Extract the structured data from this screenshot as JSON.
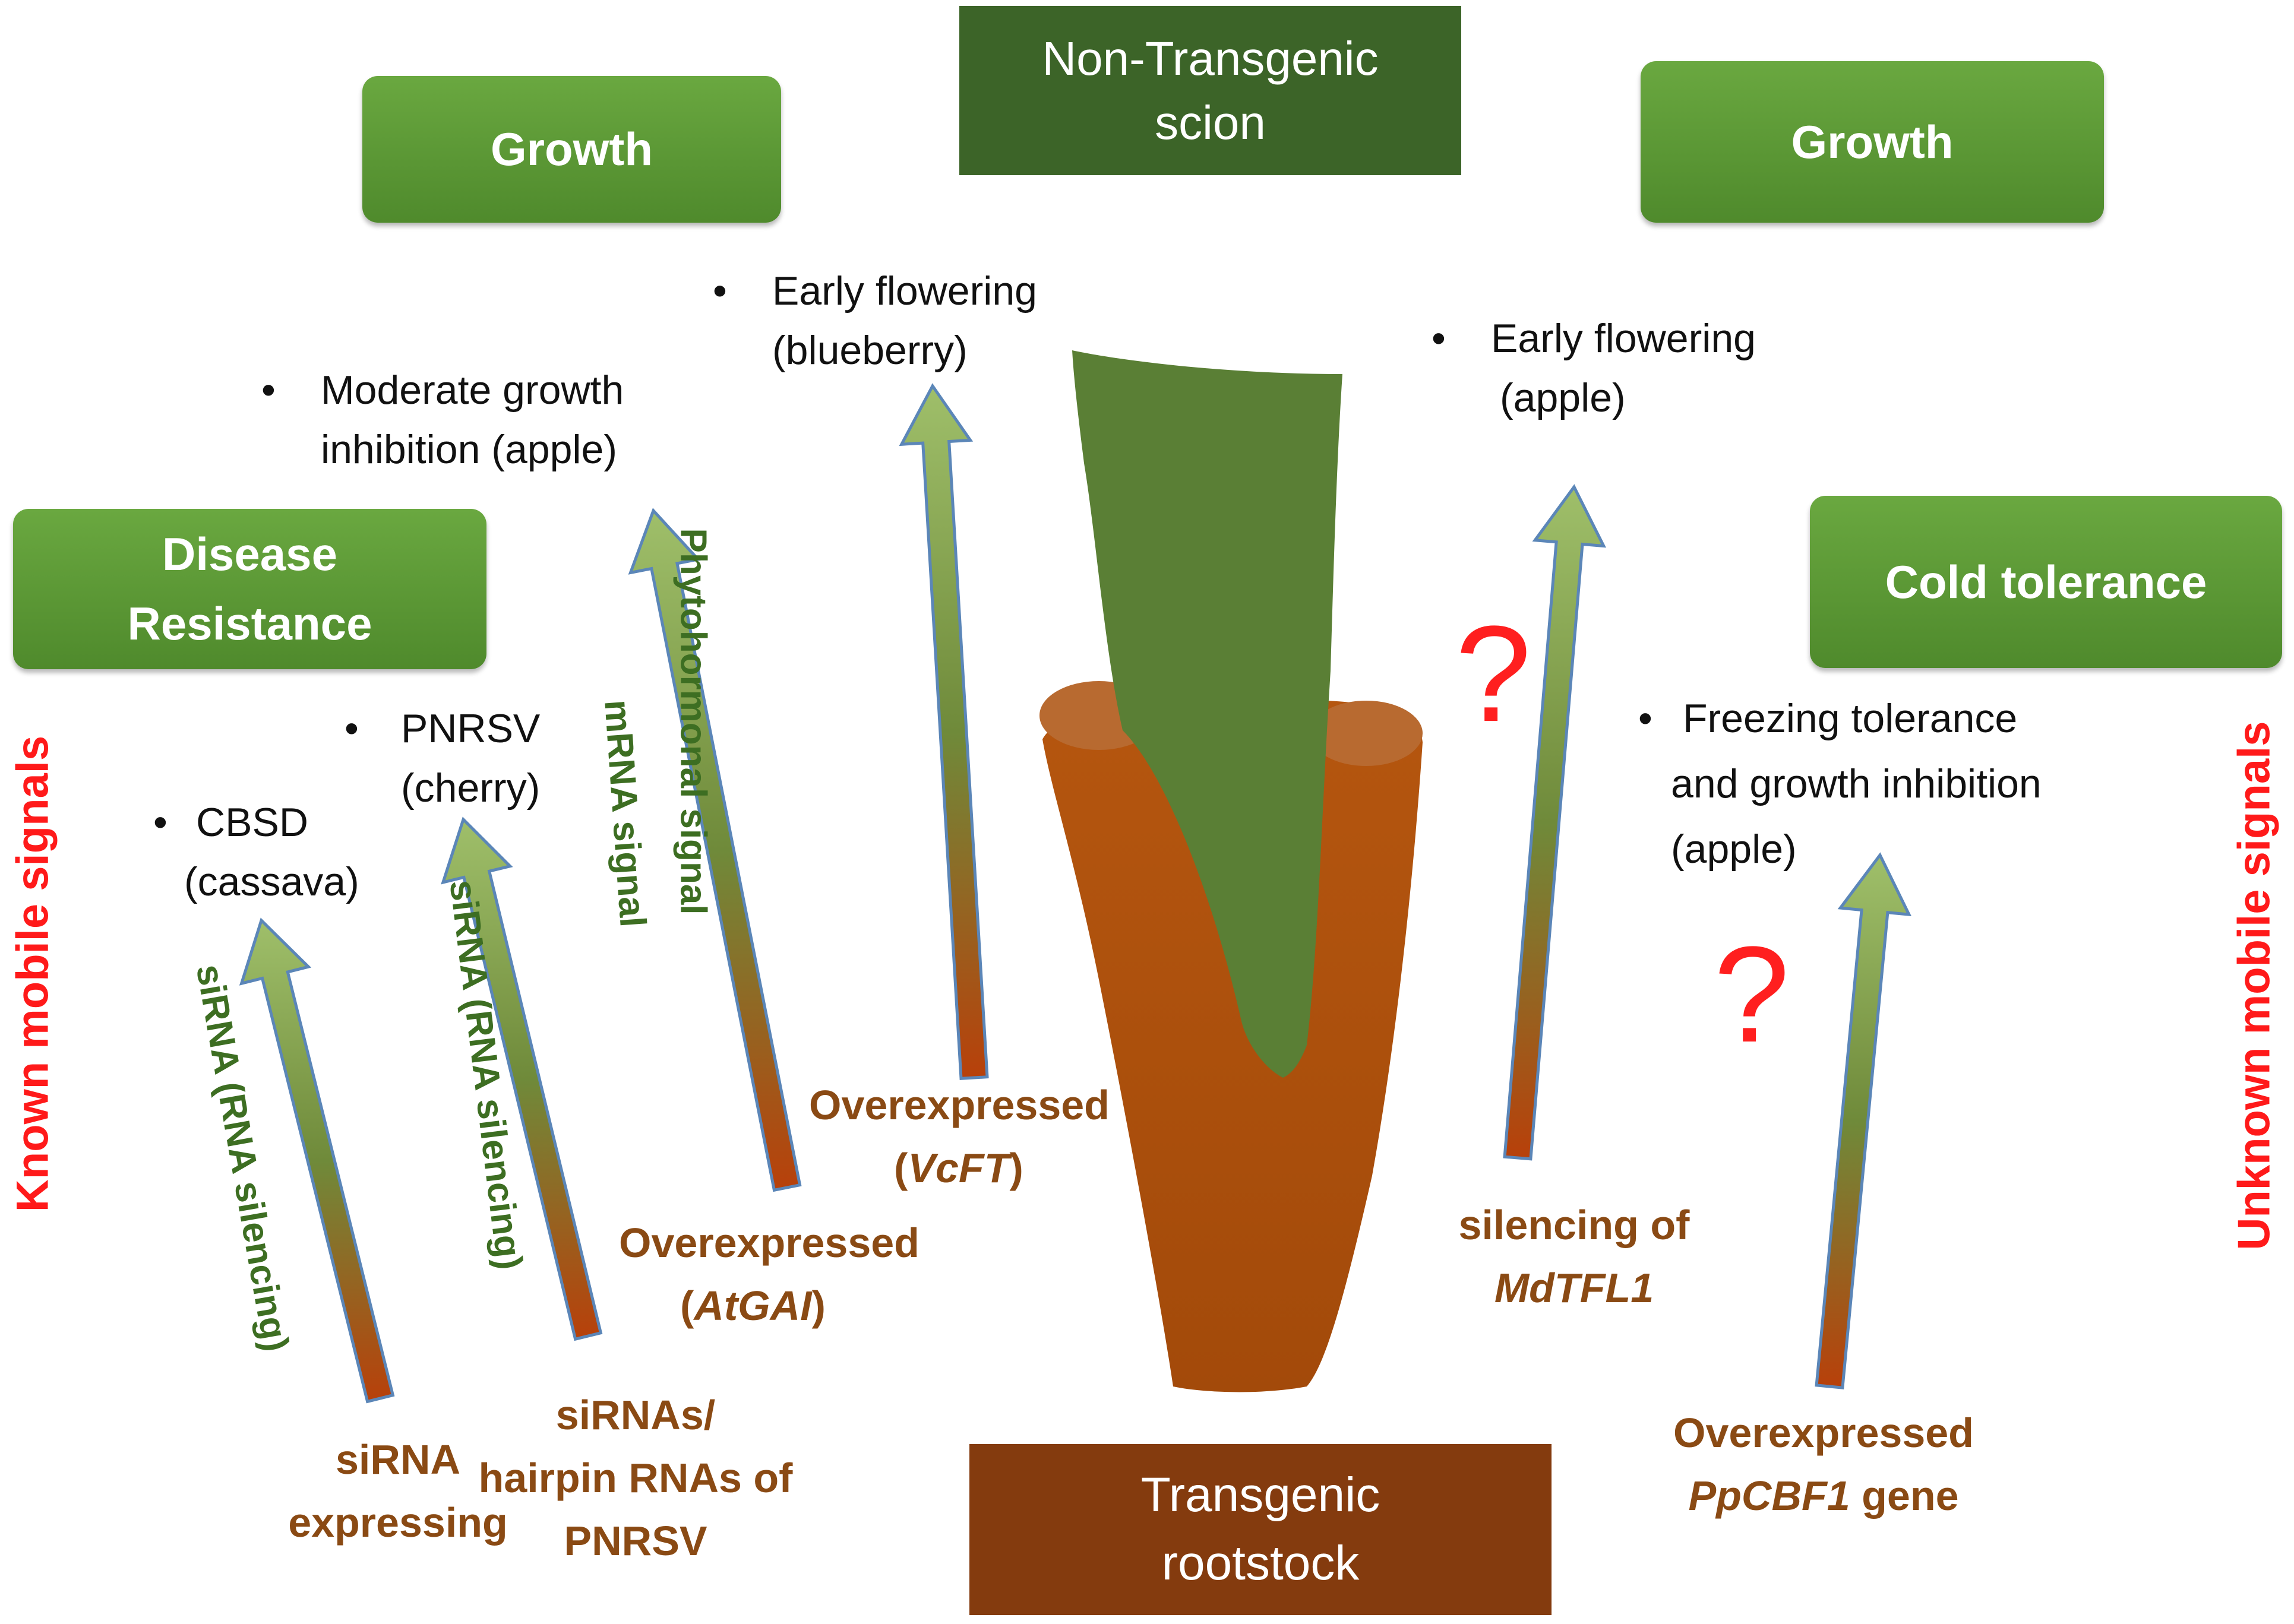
{
  "boxes": {
    "top_scion_line1": "Non-Transgenic",
    "top_scion_line2": "scion",
    "growth_left": "Growth",
    "growth_right": "Growth",
    "disease_line1": "Disease",
    "disease_line2": "Resistance",
    "cold": "Cold tolerance",
    "bottom_line1": "Transgenic",
    "bottom_line2": "rootstock"
  },
  "bullets": {
    "early_blueberry_1": "Early flowering",
    "early_blueberry_2": "(blueberry)",
    "moderate_1": "Moderate growth",
    "moderate_2": "inhibition (apple)",
    "early_apple_1": "Early flowering",
    "early_apple_2": "(apple)",
    "pnrsv_1": "PNRSV",
    "pnrsv_2": "(cherry)",
    "cbsd_1": "CBSD",
    "cbsd_2": "(cassava)",
    "freezing_1": "Freezing tolerance",
    "freezing_2": "and growth inhibition",
    "freezing_3": "(apple)",
    "dot": "•"
  },
  "signals": {
    "phyto": "Phytohormonal signal",
    "mrna": "mRNA signal",
    "sirna_cherry": "siRNA (RNA silencing)",
    "sirna_cassava": "siRNA (RNA silencing)"
  },
  "sources": {
    "vcft_1": "Overexpressed",
    "vcft_2": "VcFT",
    "atgai_1": "Overexpressed",
    "atgai_2": "AtGAI",
    "paren_open": "(",
    "paren_close": ")",
    "mdtfl_1": "silencing of",
    "mdtfl_2": "MdTFL1",
    "ppcbf_1": "Overexpressed",
    "ppcbf_2": "PpCBF1",
    "ppcbf_3": " gene",
    "pnrsv_src_1": "siRNAs/",
    "pnrsv_src_2": "hairpin RNAs of",
    "pnrsv_src_3": "PNRSV",
    "cassava_src_1": "siRNA",
    "cassava_src_2": "expressing"
  },
  "side_labels": {
    "left": "Known mobile signals",
    "right": "Unknown mobile signals"
  },
  "question_mark": "?",
  "colors": {
    "box_green": "#5a9634",
    "scion_green": "#3c6428",
    "rootstock_brown": "#843b0e",
    "signal_text": "#3d6e22",
    "source_text": "#8a4a14",
    "side_text": "#ff1a1a"
  }
}
